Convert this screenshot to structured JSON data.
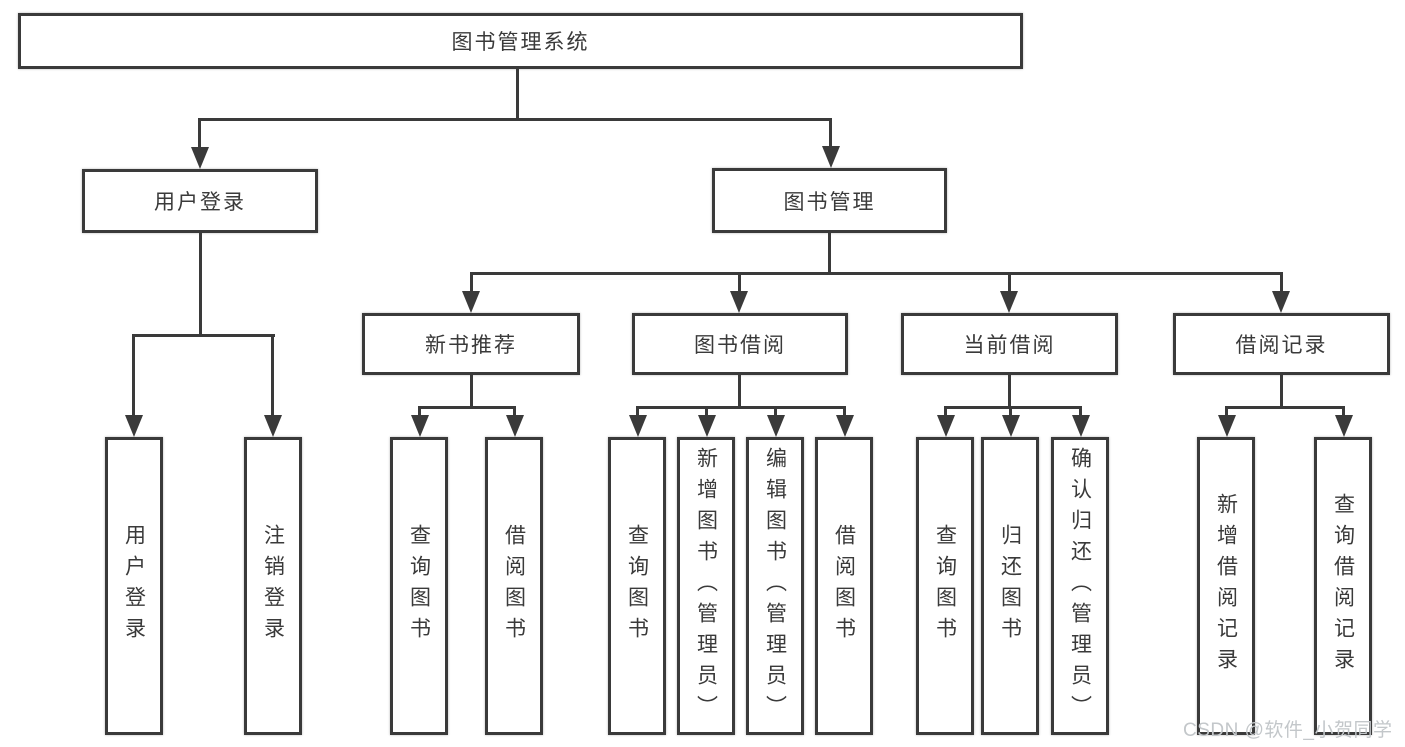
{
  "colors": {
    "line": "#3a3a3a",
    "text": "#3a3a3a",
    "background": "#ffffff",
    "watermark": "#c3c7ca"
  },
  "diagram": {
    "root": {
      "label": "图书管理系统"
    },
    "level1": [
      {
        "label": "用户登录"
      },
      {
        "label": "图书管理"
      }
    ],
    "level2": [
      {
        "label": "新书推荐"
      },
      {
        "label": "图书借阅"
      },
      {
        "label": "当前借阅"
      },
      {
        "label": "借阅记录"
      }
    ],
    "leaves": {
      "user_login": [
        {
          "label": "用户登录"
        },
        {
          "label": "注销登录"
        }
      ],
      "new_book": [
        {
          "label": "查询图书"
        },
        {
          "label": "借阅图书"
        }
      ],
      "book_borrow": [
        {
          "label": "查询图书"
        },
        {
          "label": "新增图书（管理员）"
        },
        {
          "label": "编辑图书（管理员）"
        },
        {
          "label": "借阅图书"
        }
      ],
      "current_borrow": [
        {
          "label": "查询图书"
        },
        {
          "label": "归还图书"
        },
        {
          "label": "确认归还（管理员）"
        }
      ],
      "borrow_records": [
        {
          "label": "新增借阅记录"
        },
        {
          "label": "查询借阅记录"
        }
      ]
    }
  },
  "watermark": {
    "text": "CSDN @软件_小贺同学"
  }
}
